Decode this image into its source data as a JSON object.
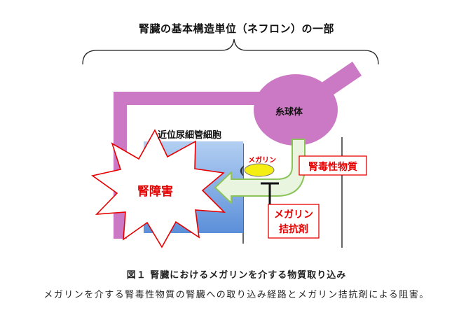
{
  "diagram": {
    "header": "腎臓の基本構造単位（ネフロン）の一部",
    "glomerulus": "糸球体",
    "tubule_cell": "近位尿細管細胞",
    "megalin": "メガリン",
    "nephrotoxin": "腎毒性物質",
    "kidney_injury": "腎障害",
    "antagonist_line1": "メガリン",
    "antagonist_line2": "拮抗剤"
  },
  "caption": {
    "title": "図１ 腎臓におけるメガリンを介する物質取り込み",
    "text": "メガリンを介する腎毒性物質の腎臓への取り込み経路とメガリン拮抗剤による阻害。"
  },
  "colors": {
    "nephron_pink": "#cc79c5",
    "cell_blue_top": "#a9c8ef",
    "cell_blue_bottom": "#5a8ed8",
    "arrow_green_fill": "#e9f5df",
    "arrow_green_stroke": "#8cc45a",
    "megalin_yellow": "#f5ee12",
    "label_red": "#e60000"
  }
}
